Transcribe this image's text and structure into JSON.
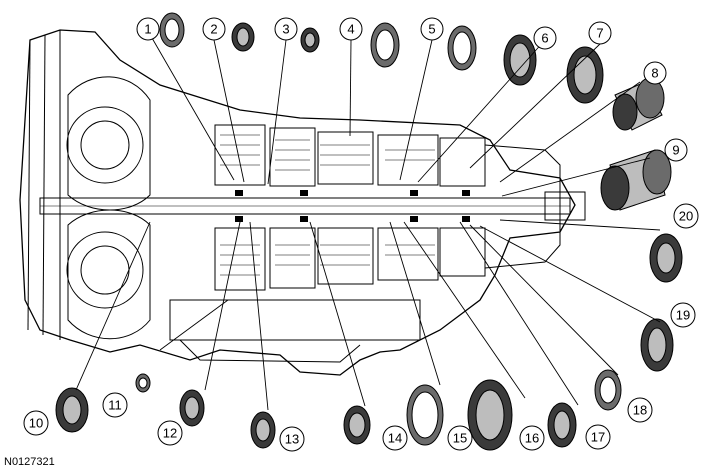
{
  "figure": {
    "reference_id": "N0127321"
  },
  "callouts": [
    {
      "number": "1"
    },
    {
      "number": "2"
    },
    {
      "number": "3"
    },
    {
      "number": "4"
    },
    {
      "number": "5"
    },
    {
      "number": "6"
    },
    {
      "number": "7"
    },
    {
      "number": "8"
    },
    {
      "number": "9"
    },
    {
      "number": "10"
    },
    {
      "number": "11"
    },
    {
      "number": "12"
    },
    {
      "number": "13"
    },
    {
      "number": "14"
    },
    {
      "number": "15"
    },
    {
      "number": "16"
    },
    {
      "number": "17"
    },
    {
      "number": "18"
    },
    {
      "number": "19"
    },
    {
      "number": "20"
    }
  ],
  "colors": {
    "line": "#000000",
    "housing_fill": "#ffffff",
    "bearing_fill": "#6b6b6b",
    "bearing_dark": "#3a3a3a",
    "bearing_light": "#bdbdbd"
  }
}
